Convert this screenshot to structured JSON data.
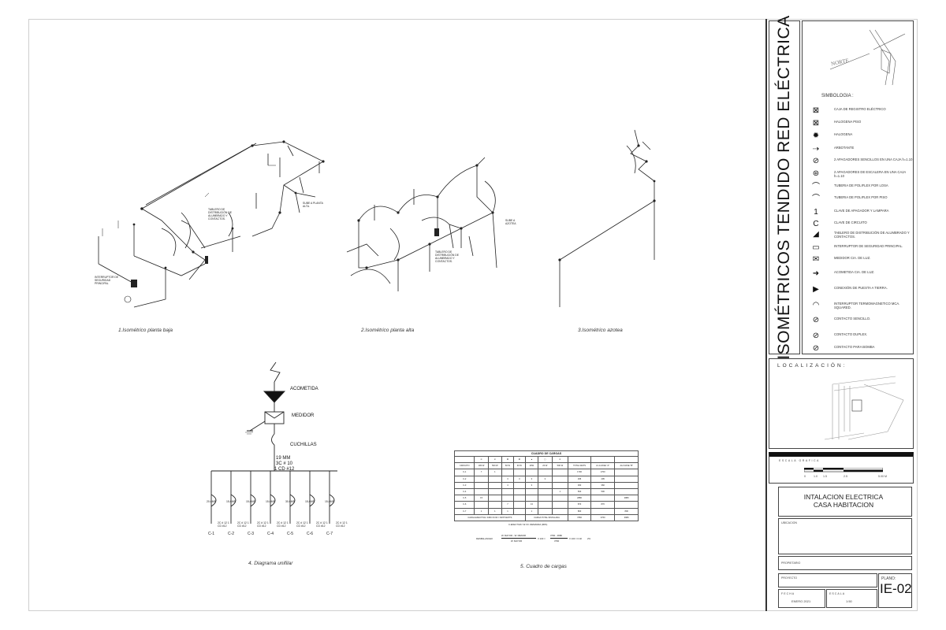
{
  "sheet": {
    "vertical_title": "ISOMÉTRICOS TENDIDO RED ELÉCTRICA",
    "north_label": "NORTE",
    "simbologia_label": "SIMBOLOGIA :",
    "localizacion_label": "LOCALIZACIÓN:",
    "escala_grafica_label": "ESCALA GRAFICA",
    "scale_ticks": [
      "0",
      "1.0",
      "1.5",
      "2.5",
      "5.00 M"
    ],
    "project_title_line1": "INTALACION ELECTRICA",
    "project_title_line2": "CASA HABITACION",
    "ubicacion_label": "UBICACION",
    "propietario_label": "PROPIETARIO",
    "proyecto_label": "PROYECTO",
    "plano_label": "PLANO:",
    "plano_code": "IE-02",
    "fecha_label": "FECHA",
    "fecha_value": "ENERO 2021",
    "escala_label": "ESCALA",
    "escala_value": "1:50"
  },
  "legend": [
    {
      "icon": "junction-box-icon",
      "glyph": "⊠",
      "text": "CAJA DE REGISTRO ELÉCTRICO"
    },
    {
      "icon": "floor-halogen-icon",
      "glyph": "⊠",
      "text": "HALOGENA PISO"
    },
    {
      "icon": "halogen-icon",
      "glyph": "✹",
      "text": "HALOGENA"
    },
    {
      "icon": "wall-sconce-icon",
      "glyph": "⇢",
      "text": "ARBOTANTE"
    },
    {
      "icon": "double-switch-icon",
      "glyph": "⊘",
      "text": "2 APAGADORES SENCILLOS EN UNA CAJA h=1.10"
    },
    {
      "icon": "stair-switch-icon",
      "glyph": "⊛",
      "text": "2 APAGADORES DE ESCALERA EN UNA CAJA h=1.10"
    },
    {
      "icon": "slab-conduit-icon",
      "glyph": "⌒",
      "text": "TUBERIA DE POLIFLEX POR LOSA"
    },
    {
      "icon": "floor-conduit-icon",
      "glyph": "⌒",
      "text": "TUBERIA DE POLIFLEX POR PISO"
    },
    {
      "icon": "switch-lamp-key-icon",
      "glyph": "1",
      "text": "CLAVE DE APAGADOR Y LAMPARA"
    },
    {
      "icon": "circuit-key-icon",
      "glyph": "C",
      "text": "CLAVE DE CIRCUITO"
    },
    {
      "icon": "distribution-board-icon",
      "glyph": "◢",
      "text": "TABLERO DE DISTRIBUCIÓN DE ALUMBRADO Y CONTACTOS."
    },
    {
      "icon": "main-breaker-icon",
      "glyph": "▭",
      "text": "INTERRUPTOR DE SEGURIDAD PRINCIPAL."
    },
    {
      "icon": "meter-icon",
      "glyph": "✉",
      "text": "MEDIDOR CIA. DE LUZ."
    },
    {
      "icon": "service-drop-icon",
      "glyph": "➜",
      "text": "ACOMETIDA CIA. DE LUZ."
    },
    {
      "icon": "ground-connection-icon",
      "glyph": "▶",
      "text": "CONEXIÓN DE PUESTA A TIERRA."
    },
    {
      "icon": "thermomagnetic-breaker-icon",
      "glyph": "◠",
      "text": "INTERRUPTOR TERMOMAGNETICO MCA. SQUARED."
    },
    {
      "icon": "single-outlet-icon",
      "glyph": "⊘",
      "text": "CONTACTO SENCILLO."
    },
    {
      "icon": "duplex-outlet-icon",
      "glyph": "⊘",
      "text": "CONTACTO DUPLEX."
    },
    {
      "icon": "pump-outlet-icon",
      "glyph": "⊘",
      "text": "CONTACTO PARA BOMBA"
    }
  ],
  "drawings": {
    "iso_baja_caption": "1.Isométrico planta baja",
    "iso_alta_caption": "2.Isométrico planta alta",
    "iso_azotea_caption": "3.Isométrico azotea",
    "unifilar_caption": "4. Diagrama unifilar",
    "cargas_caption": "5. Cuadro de cargas",
    "iso_baja_tag_tablero": "TABLERO DE DISTRIBUCIÓN DE ALUMBRADO Y CONTACTOS.",
    "iso_baja_tag_sube": "SUBE A PLANTA ALTA.",
    "iso_baja_tag_interruptor": "INTERRUPTOR DE SEGURIDAD PRINCIPAL",
    "iso_alta_tag_sube": "SUBE A AZOTEA",
    "iso_alta_tag_tablero": "TABLERO DE DISTRIBUCIÓN DE ALUMBRADO Y CONTACTOS."
  },
  "unifilar": {
    "acometida": "ACOMETIDA",
    "medidor": "MEDIDOR",
    "cuchillas": "CUCHILLAS",
    "conductor_line1": "19 MM",
    "conductor_line2": "3C # 10",
    "conductor_line3": "1 CD #12",
    "breakers": [
      {
        "amp": "20 AMP",
        "wire": "2C # 12 1 CD #12",
        "circuit": "C-1"
      },
      {
        "amp": "15 AMP",
        "wire": "2C # 12 1 CD #12",
        "circuit": "C-2"
      },
      {
        "amp": "15 AMP",
        "wire": "2C # 12 1 CD #12",
        "circuit": "C-3"
      },
      {
        "amp": "15 AMP",
        "wire": "2C # 12 1 CD #12",
        "circuit": "C-4"
      },
      {
        "amp": "30 AMP",
        "wire": "2C # 12 1 CD #12",
        "circuit": "C-5"
      },
      {
        "amp": "15 AMP",
        "wire": "2C # 12 1 CD #12",
        "circuit": "C-6"
      },
      {
        "amp": "15 AMP",
        "wire": "2C # 12 1 CD #12",
        "circuit": "C-7"
      }
    ]
  },
  "cargas": {
    "title": "CUADRO DE CARGAS",
    "headers": [
      "CIRCUITO",
      "180 W",
      "500 W",
      "60 W",
      "30 W",
      "40W",
      "20 W",
      "500 W",
      "TOTAL WATS",
      "A LA FASE \"A\"",
      "ALA FASE \"B\""
    ],
    "rows": [
      [
        "C-1",
        "7",
        "1",
        "",
        "",
        "",
        "",
        "",
        "1700",
        "1700",
        ""
      ],
      [
        "C-2",
        "",
        "",
        "3",
        "3",
        "3",
        "3",
        "",
        "295",
        "295",
        ""
      ],
      [
        "C-3",
        "",
        "",
        "4",
        "",
        "3",
        "",
        "",
        "360",
        "360",
        ""
      ],
      [
        "C-4",
        "",
        "",
        "",
        "",
        "",
        "",
        "1",
        "500",
        "500",
        ""
      ],
      [
        "C-5",
        "15",
        "",
        "",
        "",
        "",
        "",
        "",
        "2880",
        "",
        "2880"
      ],
      [
        "C-6",
        "",
        "",
        "7",
        "",
        "13",
        "",
        "",
        "870",
        "870",
        ""
      ],
      [
        "C-7",
        "1",
        "1",
        "1",
        "",
        "1",
        "",
        "",
        "800",
        "",
        "800"
      ]
    ],
    "footer_left": "CARGA EFECTIVA= 9450 X0.90 = 8478 WATTS",
    "footer_mid": "CARGA TOTAL INSTALADA",
    "footer_total": "7650",
    "footer_a": "3760",
    "footer_b": "3680",
    "efectiva": "C.EFECTIVA= W.V.F. DEMANDA (90%)",
    "desbalanceo_label": "DESBALANCEO",
    "formula_num": "W. MAYOR - W. MENOR",
    "formula_den": "W. MAYOR",
    "formula_mult": "X 100 =",
    "formula_values_num": "3760 - 3680",
    "formula_values_den": "3760",
    "formula_result": "X 100 = 0.02",
    "formula_pct": "2%"
  },
  "colors": {
    "line": "#222222",
    "frame": "#444444",
    "border": "#cfcfcf"
  }
}
